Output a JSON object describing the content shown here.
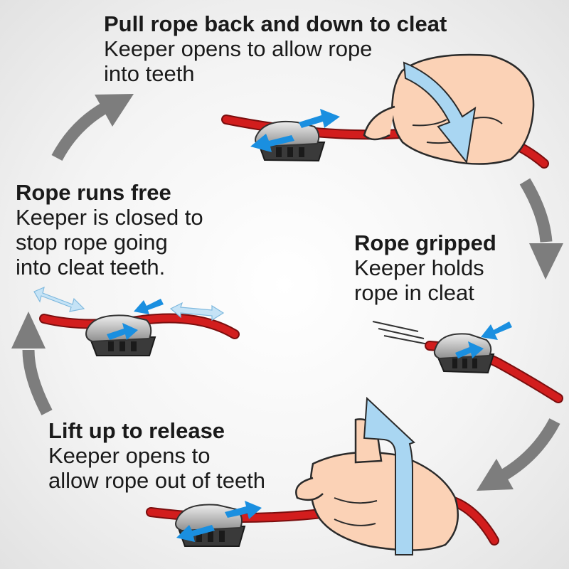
{
  "steps": {
    "pull": {
      "title": "Pull rope back and down to cleat",
      "body": "Keeper opens to allow rope\ninto teeth"
    },
    "gripped": {
      "title": "Rope gripped",
      "body": "Keeper holds\nrope in cleat"
    },
    "release": {
      "title": "Lift up to release",
      "body": "Keeper opens to\nallow rope out of teeth"
    },
    "free": {
      "title": "Rope runs free",
      "body": "Keeper is closed to\nstop rope going\ninto cleat teeth."
    }
  },
  "colors": {
    "rope": "#d21d1d",
    "rope_dark": "#7a0e0e",
    "cycle_arrow": "#7d7d7d",
    "motion_arrow": "#1a8fe0",
    "hand_arrow": "#a9d6f2",
    "skin": "#fbd2b6",
    "cleat_body": "#3a3a3a",
    "cleat_cap": "#c9c9c9"
  }
}
